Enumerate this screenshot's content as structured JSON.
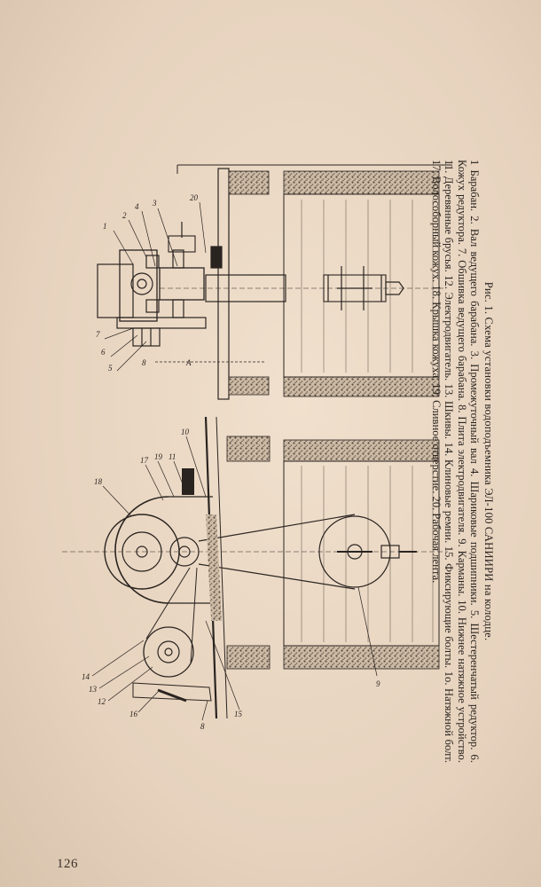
{
  "caption": {
    "title": "Рис. 1. Схема установки водоподъемника ЭЛ-100 САНИИРИ на колодце.",
    "legend": "1 Барабан. 2. Вал ведущего барабана. 3. Промежуточный вал 4. Шариковые подшипники. 5. Шестеренчатый редуктор. 6. Кожух редуктора. 7. Обшивка ведущего барабана. 8. Плита электродвигателя. 9. Карманы. 10. Нижнее натяжное устройство. 11. Деревянные брусья. 12. Электродвигатель. 13. Шкивы. 14. Клиновые ремни. 15. Фиксирующие болты. 1о. Натяжной болт. 17. Волособорный кожух. 18. Крышка кожуха. 19. Сливное отверстие. 20. Рабочая лента."
  },
  "page_number": "126",
  "figure": {
    "top_view_labels": [
      "1",
      "2",
      "4",
      "3",
      "20",
      "7",
      "6",
      "5",
      "8",
      "A"
    ],
    "side_view_labels": [
      "18",
      "17",
      "19",
      "11",
      "10",
      "14",
      "13",
      "12",
      "16",
      "15",
      "8",
      "9"
    ]
  },
  "colors": {
    "paper": "#ecdac6",
    "ink": "#2a2420",
    "stone": "#8a7a6a"
  }
}
